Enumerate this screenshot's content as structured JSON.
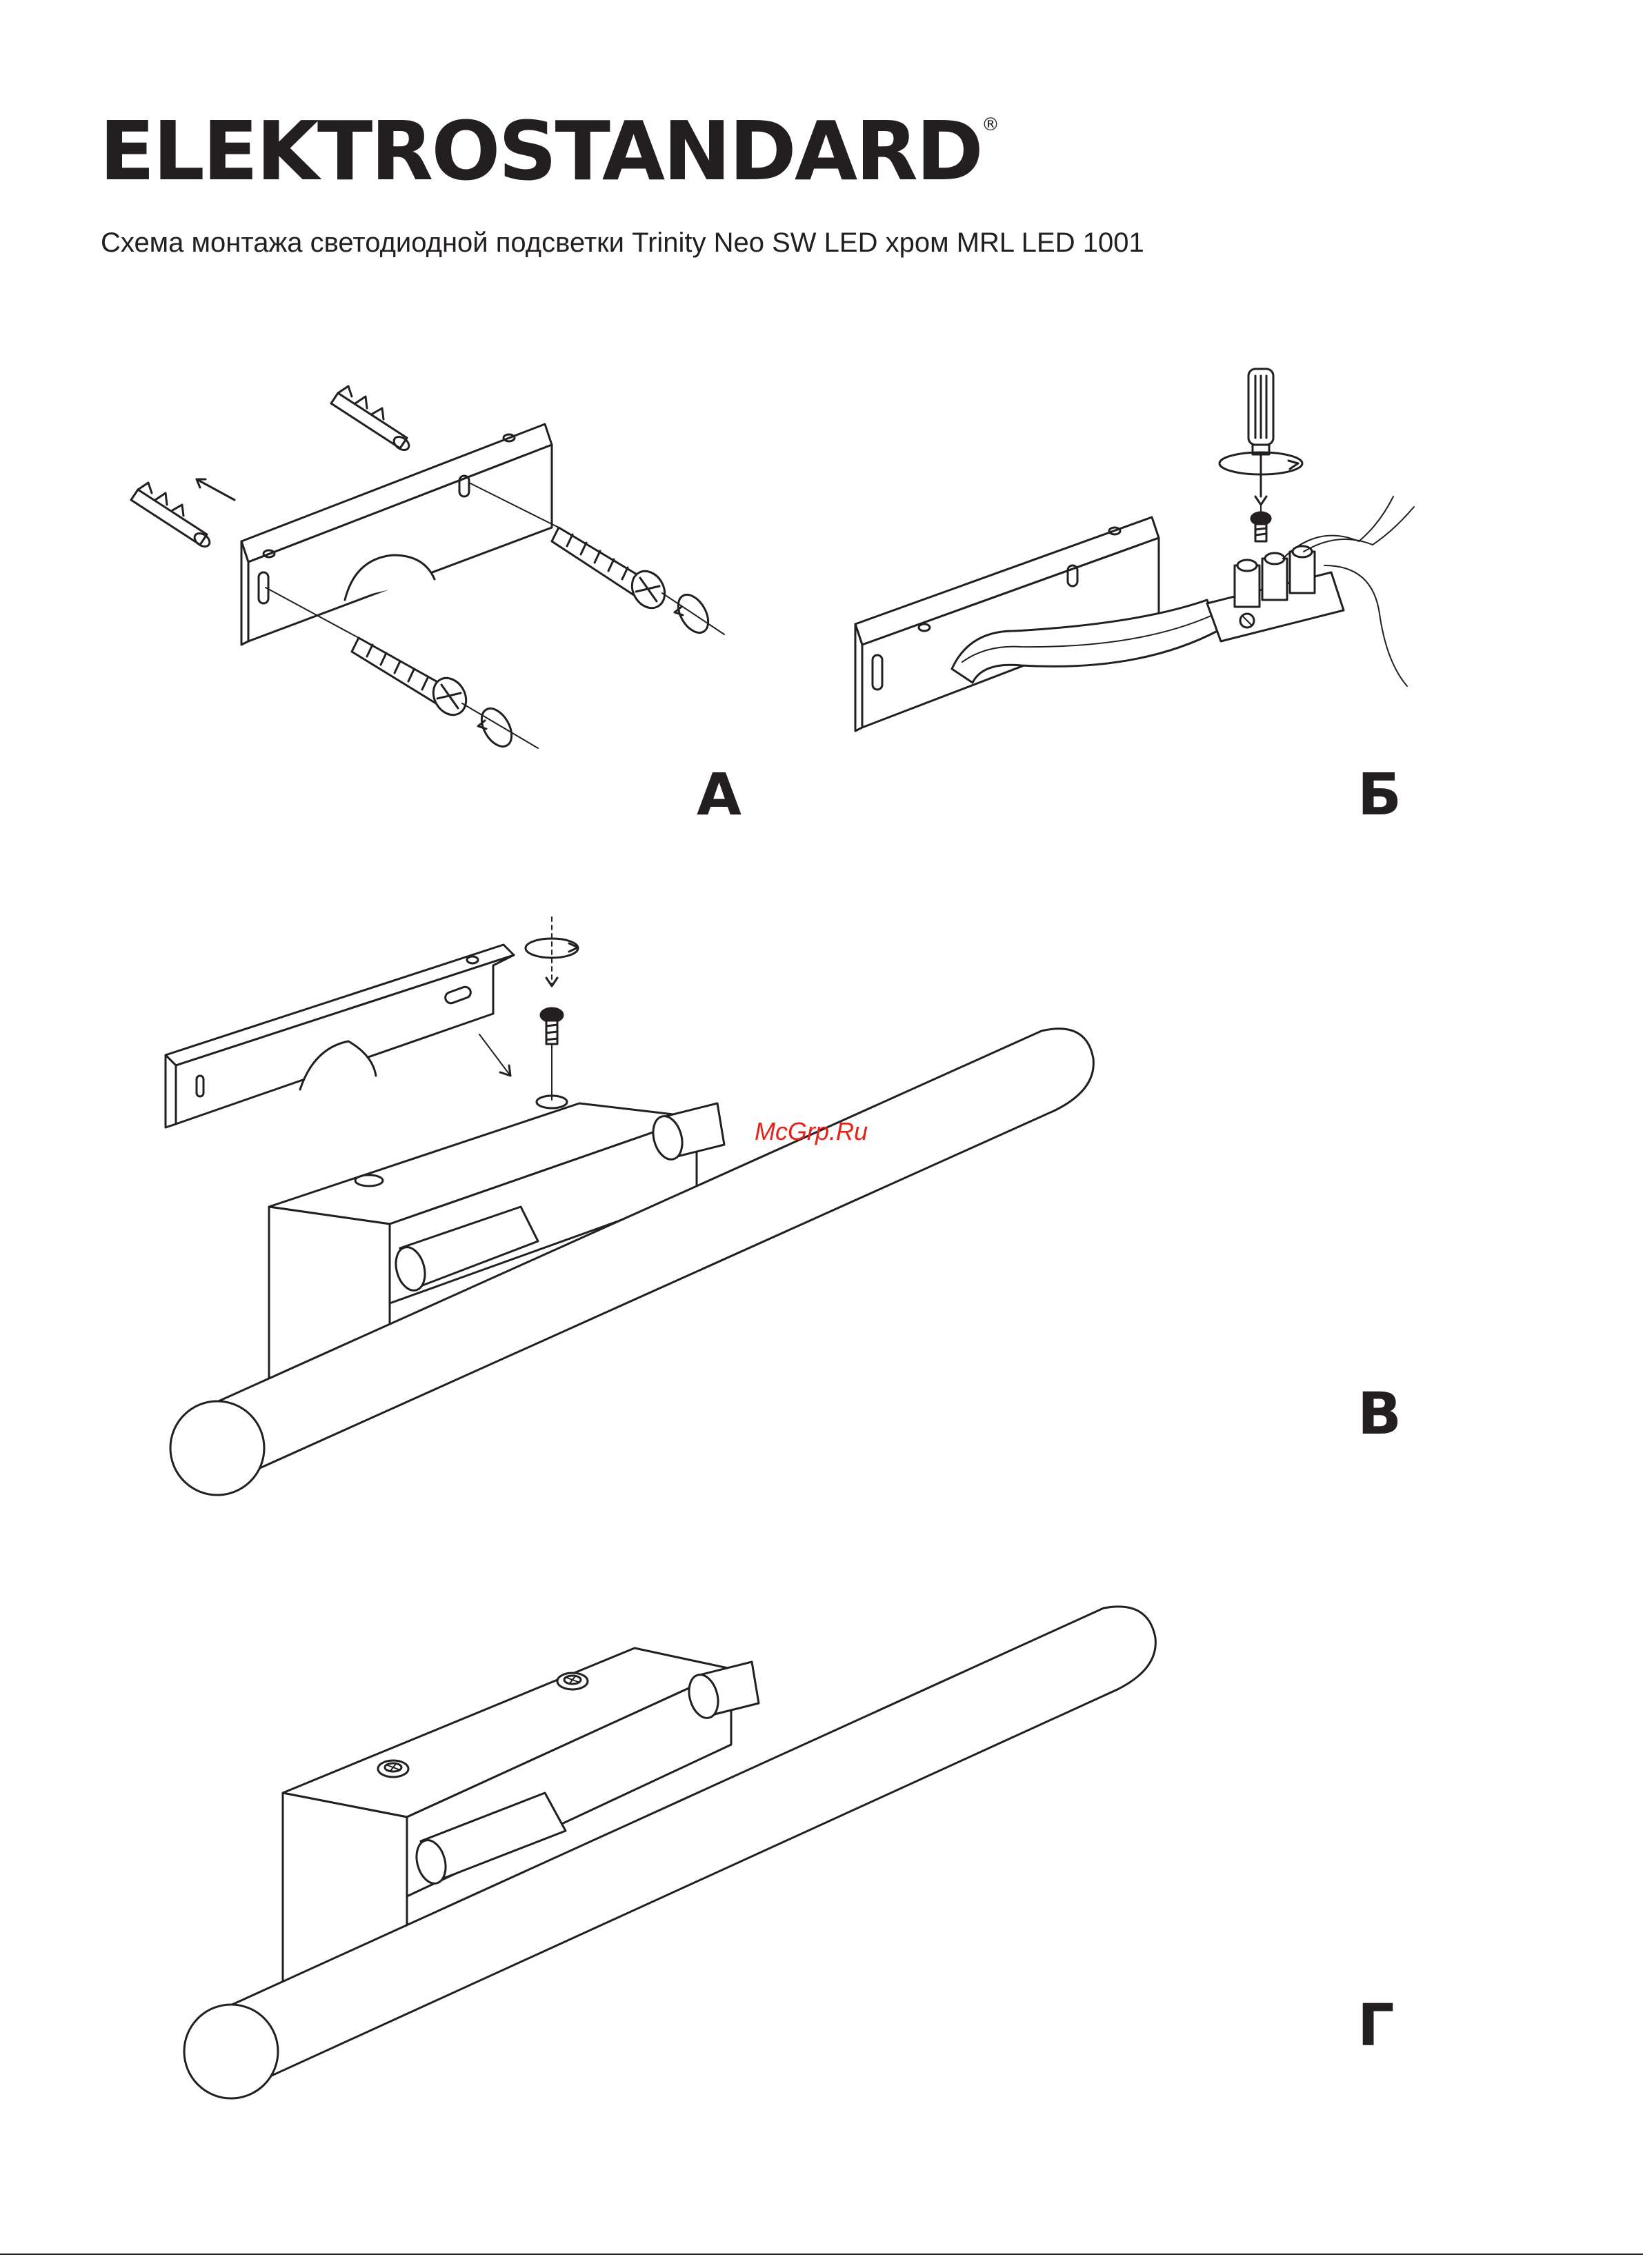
{
  "header": {
    "brand": "ELEKTROSTANDARD",
    "registered_mark": "®",
    "subtitle": "Схема монтажа светодиодной подсветки Trinity Neo SW LED хром MRL LED 1001"
  },
  "steps": [
    {
      "label": "А"
    },
    {
      "label": "Б"
    },
    {
      "label": "В"
    },
    {
      "label": "Г"
    }
  ],
  "watermark": "McGrp.Ru",
  "icons": {
    "step_a": [
      "bracket-icon",
      "wall-plug-icon",
      "screw-icon",
      "rotate-arrow-icon"
    ],
    "step_b": [
      "screwdriver-icon",
      "terminal-block-icon",
      "wire-icon"
    ],
    "step_c": [
      "bracket-icon",
      "screw-icon",
      "lamp-icon"
    ],
    "step_d": [
      "lamp-icon",
      "screw-head-icon"
    ]
  }
}
